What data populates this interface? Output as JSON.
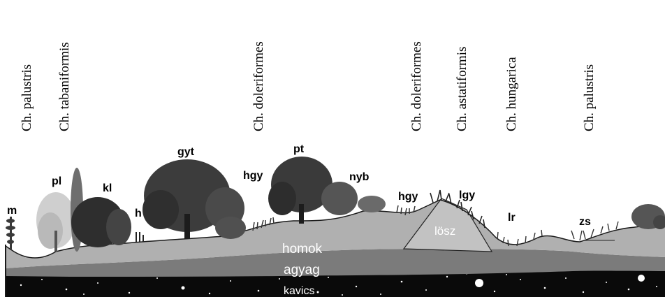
{
  "species_labels": [
    "Ch. palustris",
    "Ch. tabaniformis",
    "Ch. doleriformes",
    "Ch. doleriformes",
    "Ch. astatiformis",
    "Ch. hungarica",
    "Ch. palustris"
  ],
  "vegetation_labels": {
    "m": "m",
    "pl": "pl",
    "kl": "kl",
    "h": "h",
    "gyt": "gyt",
    "hgy_1": "hgy",
    "pt": "pt",
    "nyb": "nyb",
    "hgy_2": "hgy",
    "lgy": "lgy",
    "lr": "lr",
    "zs": "zs"
  },
  "soil_labels": {
    "sand": "homok",
    "clay": "agyag",
    "gravel": "kavics",
    "loess": "lösz"
  },
  "colors": {
    "background": "#ffffff",
    "sand": "#b0b0b0",
    "clay": "#7b7b7b",
    "gravel": "#0a0a0a",
    "loess": "#c2c2c2",
    "vegetation": "#3a3a3a",
    "text": "#000000"
  }
}
